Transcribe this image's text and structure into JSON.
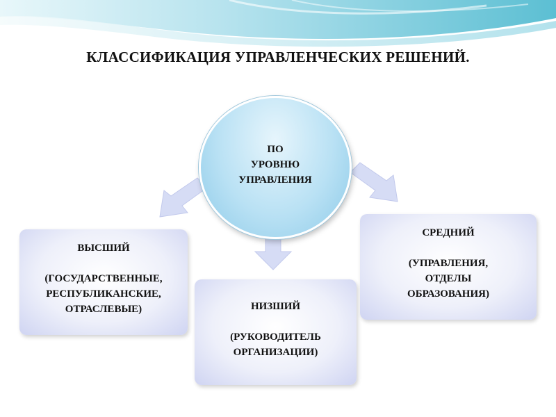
{
  "title": "КЛАССИФИКАЦИЯ УПРАВЛЕНЧЕСКИХ РЕШЕНИЙ.",
  "center": {
    "lines": [
      "ПО",
      "УРОВНЮ",
      "УПРАВЛЕНИЯ"
    ]
  },
  "boxes": {
    "high": {
      "heading": "ВЫСШИЙ",
      "lines": [
        "(ГОСУДАРСТВЕННЫЕ,",
        "РЕСПУБЛИКАНСКИЕ,",
        "ОТРАСЛЕВЫЕ)"
      ]
    },
    "low": {
      "heading": "НИЗШИЙ",
      "lines": [
        "(РУКОВОДИТЕЛЬ",
        "ОРГАНИЗАЦИИ)"
      ]
    },
    "mid": {
      "heading": "СРЕДНИЙ",
      "lines": [
        "(УПРАВЛЕНИЯ,",
        "ОТДЕЛЫ",
        "ОБРАЗОВАНИЯ)"
      ]
    }
  },
  "colors": {
    "banner_dark": "#4fb3c9",
    "banner_light": "#c7ecf3",
    "circle_fill": "#b9e1f4",
    "box_fill": "#eef0fa",
    "arrow_fill": "#d6dcf5"
  }
}
